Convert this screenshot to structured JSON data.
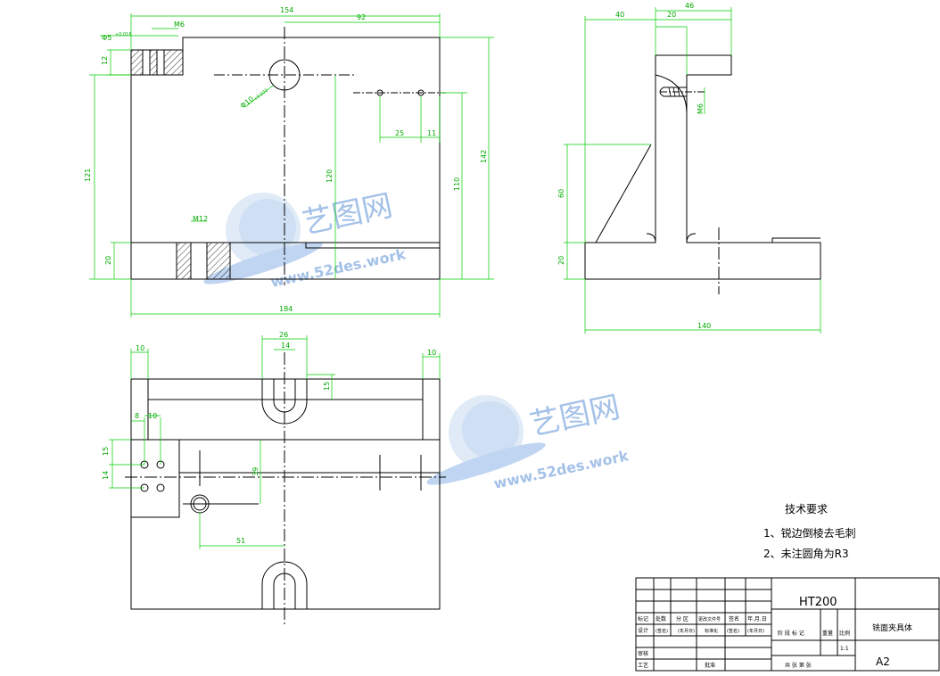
{
  "colors": {
    "outline": "#000000",
    "dimension": "#00cc00",
    "centerline": "#000000",
    "hatch": "#000000",
    "watermark_blue": "#5b8fd6",
    "watermark_light": "#c7dbf2"
  },
  "watermark": {
    "brand": "艺图网",
    "url": "www.52des.work"
  },
  "dims": {
    "front": {
      "d154": "154",
      "d92": "92",
      "m6": "M6",
      "phi5": "Φ5",
      "phi5_tol": "+0.018",
      "d12": "12",
      "d121": "121",
      "d20": "20",
      "phi10": "Φ10",
      "phi10_tol": "+0.022",
      "d120": "120",
      "d25": "25",
      "d11": "11",
      "d110": "110",
      "d142": "142",
      "m12": "M12",
      "d184": "184"
    },
    "side": {
      "d46": "46",
      "d40": "40",
      "d20": "20",
      "m6": "M6",
      "d60": "60",
      "d20b": "20",
      "d140": "140"
    },
    "top": {
      "d10a": "10",
      "d26": "26",
      "d14": "14",
      "d10b": "10",
      "d15a": "15",
      "d8": "8",
      "d10c": "10",
      "d15b": "15",
      "d14b": "14",
      "d39": "39",
      "d51": "51"
    }
  },
  "notes": {
    "title": "技术要求",
    "items": [
      "1、锐边倒棱去毛刺",
      "2、未注圆角为R3"
    ]
  },
  "title_block": {
    "material": "HT200",
    "part_name": "铣面夹具体",
    "scale": "1:1",
    "sheet_size": "A2",
    "labels": {
      "mark": "标记",
      "count": "处数",
      "zone": "分 区",
      "change_doc": "更改文件号",
      "signature": "签名",
      "date": "年.月.日",
      "design": "设计",
      "drawer": "(签名)",
      "ymd": "(年月日)",
      "standard": "标准化",
      "sig2": "(签名)",
      "ymd2": "(年月日)",
      "stage": "阶 段 标 记",
      "weight": "重量",
      "ratio": "比例",
      "review": "审核",
      "process": "工艺",
      "approve": "批准",
      "sheets": "共  张  第  张"
    }
  }
}
